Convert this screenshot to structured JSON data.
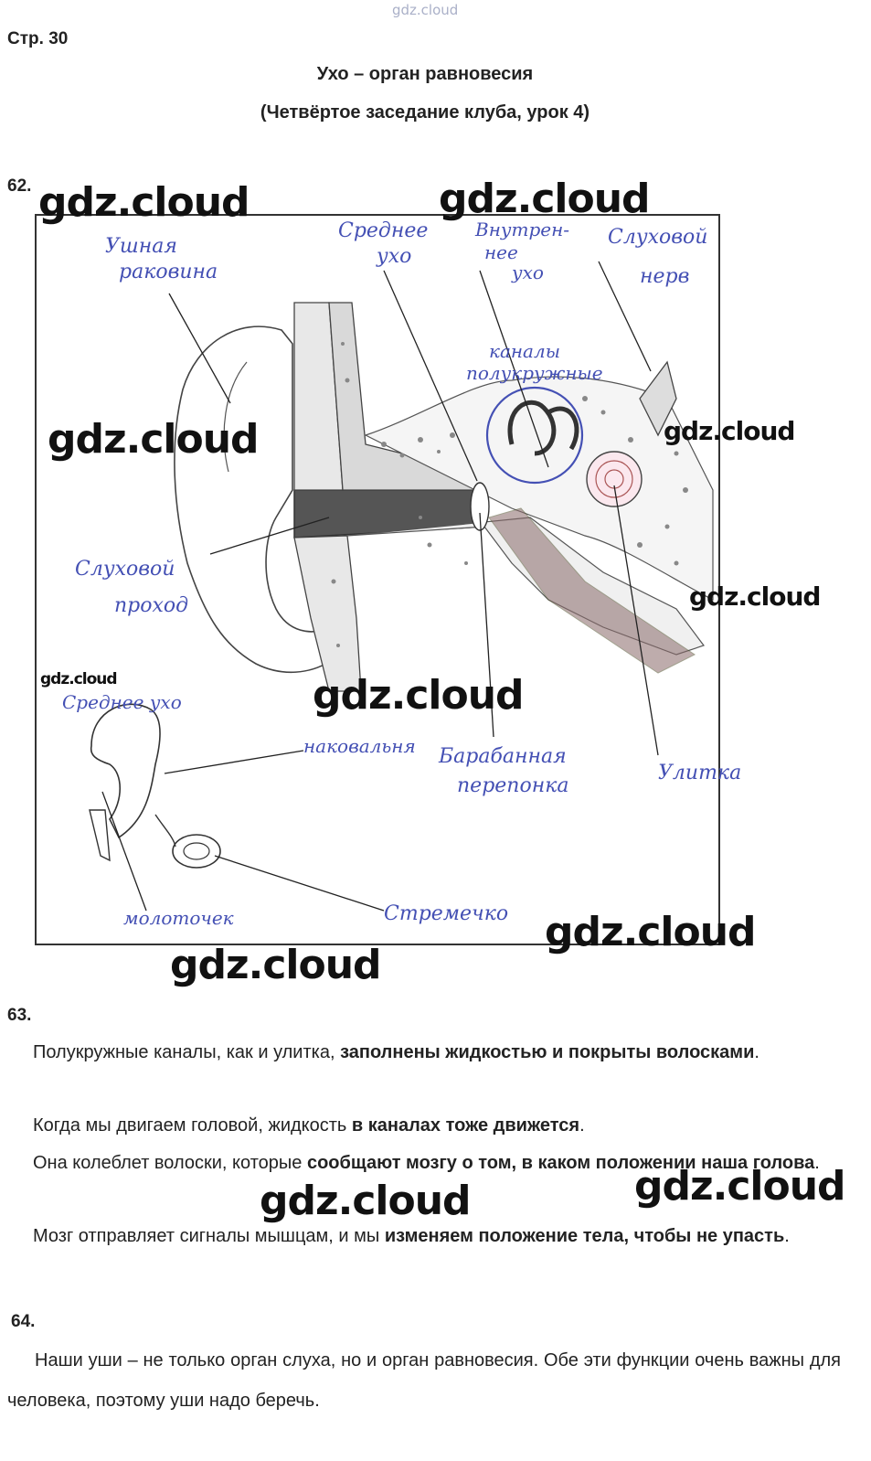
{
  "header": {
    "watermark_top": "gdz.cloud",
    "page_label": "Стр. 30",
    "title": "Ухо – орган равновесия",
    "subtitle": "(Четвёртое заседание клуба, урок 4)"
  },
  "watermark": "gdz.cloud",
  "task62": {
    "number": "62.",
    "labels": {
      "auricle_1": "Ушная",
      "auricle_2": "раковина",
      "middle_ear_1": "Среднее",
      "middle_ear_2": "ухо",
      "inner_ear_1": "Внутрен-",
      "inner_ear_2": "нее",
      "inner_ear_3": "ухо",
      "auditory_nerve_1": "Слуховой",
      "auditory_nerve_2": "нерв",
      "canals_1": "каналы",
      "canals_2": "полукружные",
      "ear_canal_1": "Слуховой",
      "ear_canal_2": "проход",
      "middle_ear_small": "Среднее ухо",
      "incus": "наковальня",
      "eardrum_1": "Барабанная",
      "eardrum_2": "перепонка",
      "cochlea": "Улитка",
      "malleus": "молоточек",
      "stapes": "Стремечко"
    }
  },
  "task63": {
    "number": "63.",
    "p1_a": "Полукружные каналы, как и улитка, ",
    "p1_b": "заполнены жидкостью и покрыты волосками",
    "p1_c": ".",
    "p2_a": "Когда мы двигаем головой, жидкость ",
    "p2_b": "в каналах тоже движется",
    "p2_c": ".",
    "p3_a": "Она колеблет волоски, которые ",
    "p3_b": "сообщают мозгу о том, в каком положении наша голова",
    "p3_c": ".",
    "p4_a": "Мозг отправляет сигналы мышцам, и мы ",
    "p4_b": "изменяем положение тела, чтобы не упасть",
    "p4_c": "."
  },
  "task64": {
    "number": "64.",
    "text": "Наши уши – не только орган слуха, но и орган равновесия. Обе эти функции очень важны для человека, поэтому уши надо беречь."
  },
  "colors": {
    "handwriting": "#4450b4",
    "text": "#222222"
  }
}
